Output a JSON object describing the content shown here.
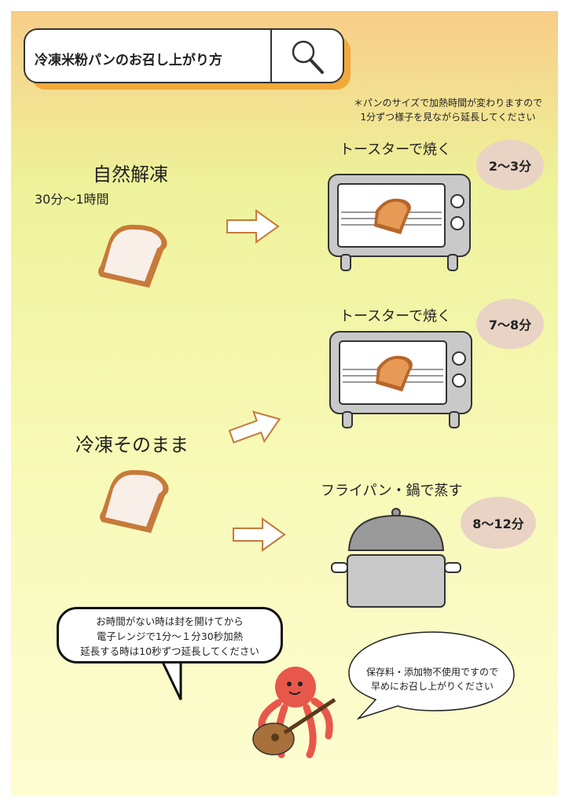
{
  "header": {
    "title": "冷凍米粉パンのお召し上がり方"
  },
  "note": {
    "line1": "＊パンのサイズで加熱時間が変わりますので",
    "line2": "1分ずつ様子を見ながら延長してください"
  },
  "thaw": {
    "label": "自然解凍",
    "time": "30分〜1時間"
  },
  "frozen": {
    "label": "冷凍そのまま"
  },
  "methods": [
    {
      "label": "トースターで焼く",
      "time": "2〜3分"
    },
    {
      "label": "トースターで焼く",
      "time": "7〜8分"
    },
    {
      "label": "フライパン・鍋で蒸す",
      "time": "8〜12分"
    }
  ],
  "microwave": {
    "line1": "お時間がない時は封を開けてから",
    "line2": "電子レンジで1分〜１分30秒加熱",
    "line3": "延長する時は10秒ずつ延長してください"
  },
  "additive": {
    "line1": "保存料・添加物不使用ですので",
    "line2": "早めにお召し上がりください"
  },
  "colors": {
    "accent": "#f2a93b",
    "time_bg": "#e9d3c4"
  }
}
